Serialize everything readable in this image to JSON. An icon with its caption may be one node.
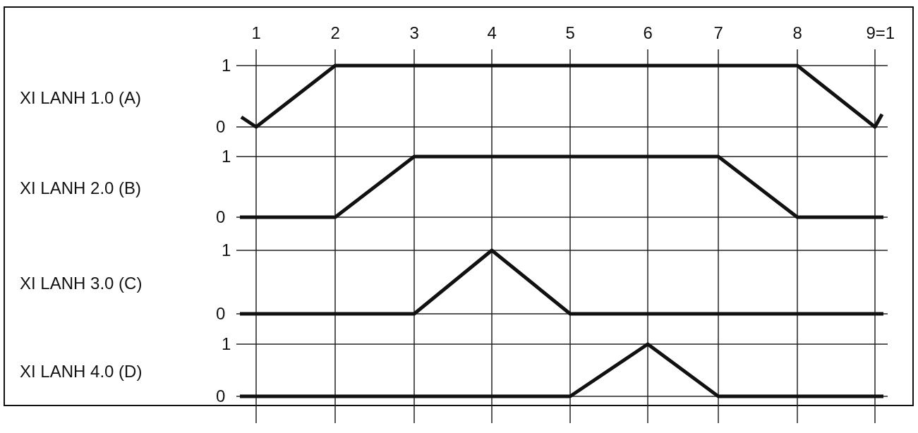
{
  "diagram": {
    "labels": [
      "1",
      "2",
      "3",
      "4",
      "5",
      "6",
      "7",
      "8",
      "9=1",
      "1",
      "XI LANH 1.0 (A)",
      "0",
      "1",
      "XI LANH 2.0 (B)",
      "0",
      "1",
      "XI LANH 3.0 (C)",
      "0",
      "1",
      "XI LANH 4.0 (D)",
      "0"
    ]
  }
}
